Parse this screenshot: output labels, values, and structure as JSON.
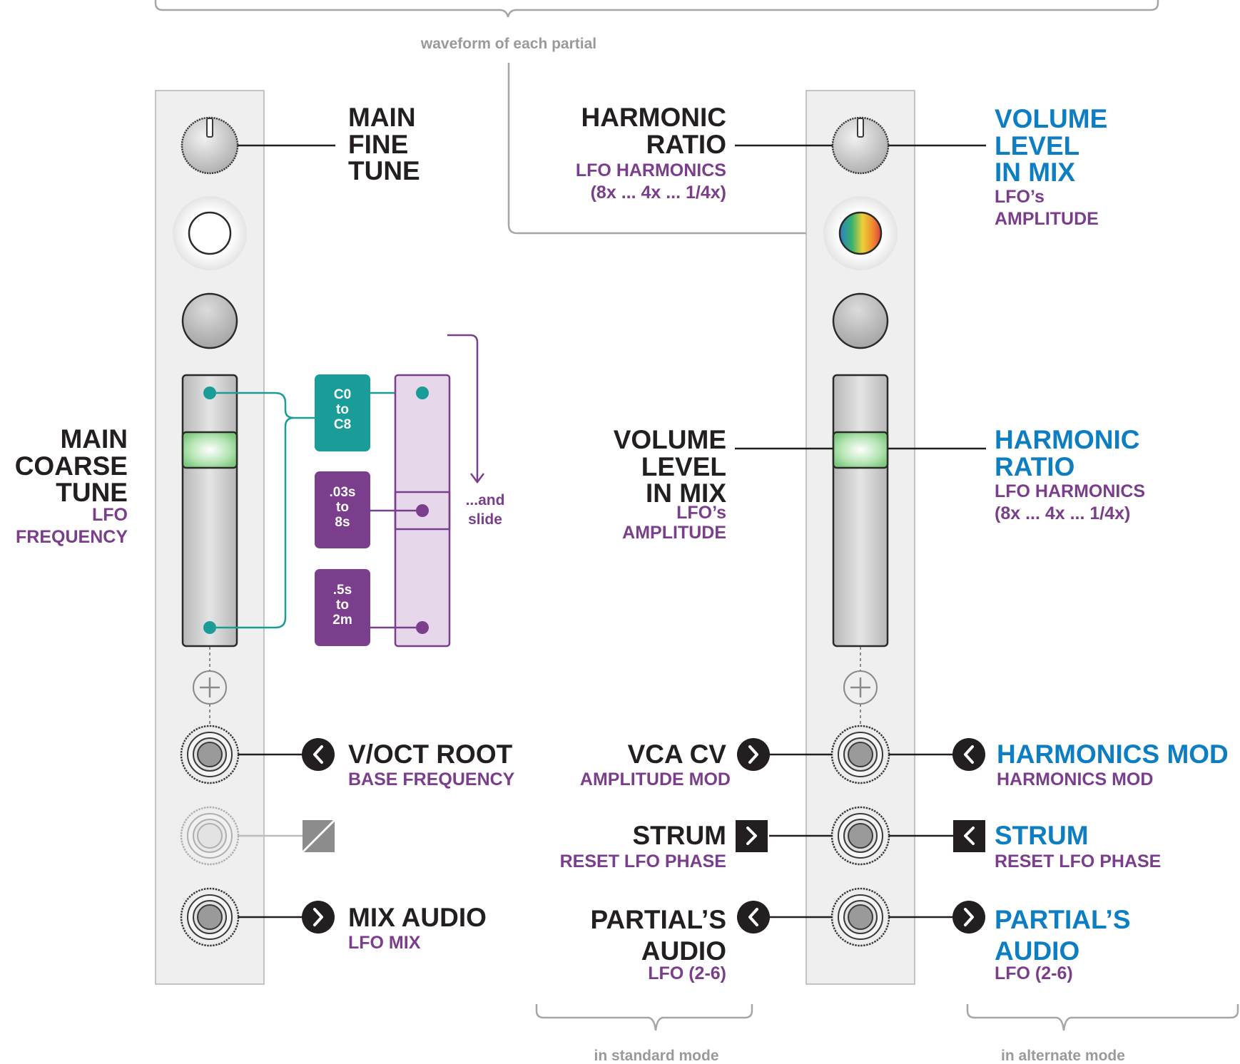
{
  "captions": {
    "top": "waveform of each partial",
    "standard": "in standard mode",
    "alternate": "in alternate mode"
  },
  "left": {
    "fine_tune": "MAIN\nFINE\nTUNE",
    "coarse_tune": "MAIN\nCOARSE\nTUNE",
    "coarse_sub": "LFO\nFREQUENCY",
    "voct": "V/OCT ROOT",
    "voct_sub": "BASE FREQUENCY",
    "mix": "MIX AUDIO",
    "mix_sub": "LFO MIX"
  },
  "slider_ranges": [
    {
      "text": "C0\nto\nC8",
      "color": "#1a9c98"
    },
    {
      "text": ".03s\nto\n8s",
      "color": "#7b3e8c"
    },
    {
      "text": ".5s\nto\n2m",
      "color": "#7b3e8c"
    }
  ],
  "and_slide": "...and\nslide",
  "standard": {
    "harmonic_ratio": "HARMONIC\nRATIO",
    "harmonic_ratio_sub": "LFO HARMONICS\n(8x ... 4x ... 1/4x)",
    "volume": "VOLUME\nLEVEL\nIN MIX",
    "volume_sub": "LFO’s\nAMPLITUDE",
    "vca": "VCA CV",
    "vca_sub": "AMPLITUDE MOD",
    "strum": "STRUM",
    "strum_sub": "RESET LFO PHASE",
    "partial": "PARTIAL’S\nAUDIO",
    "partial_sub": "LFO (2-6)"
  },
  "alternate": {
    "volume": "VOLUME\nLEVEL\nIN MIX",
    "volume_sub": "LFO’s\nAMPLITUDE",
    "harmonic_ratio": "HARMONIC\nRATIO",
    "harmonic_ratio_sub": "LFO HARMONICS\n(8x ... 4x ... 1/4x)",
    "harm_mod": "HARMONICS MOD",
    "harm_mod_sub": "HARMONICS MOD",
    "strum": "STRUM",
    "strum_sub": "RESET LFO PHASE",
    "partial": "PARTIAL’S\nAUDIO",
    "partial_sub": "LFO (2-6)"
  },
  "colors": {
    "teal": "#1a9c98",
    "purple": "#7b3e8c",
    "blue_label": "#0e7ec3",
    "dark_text": "#231f20"
  }
}
